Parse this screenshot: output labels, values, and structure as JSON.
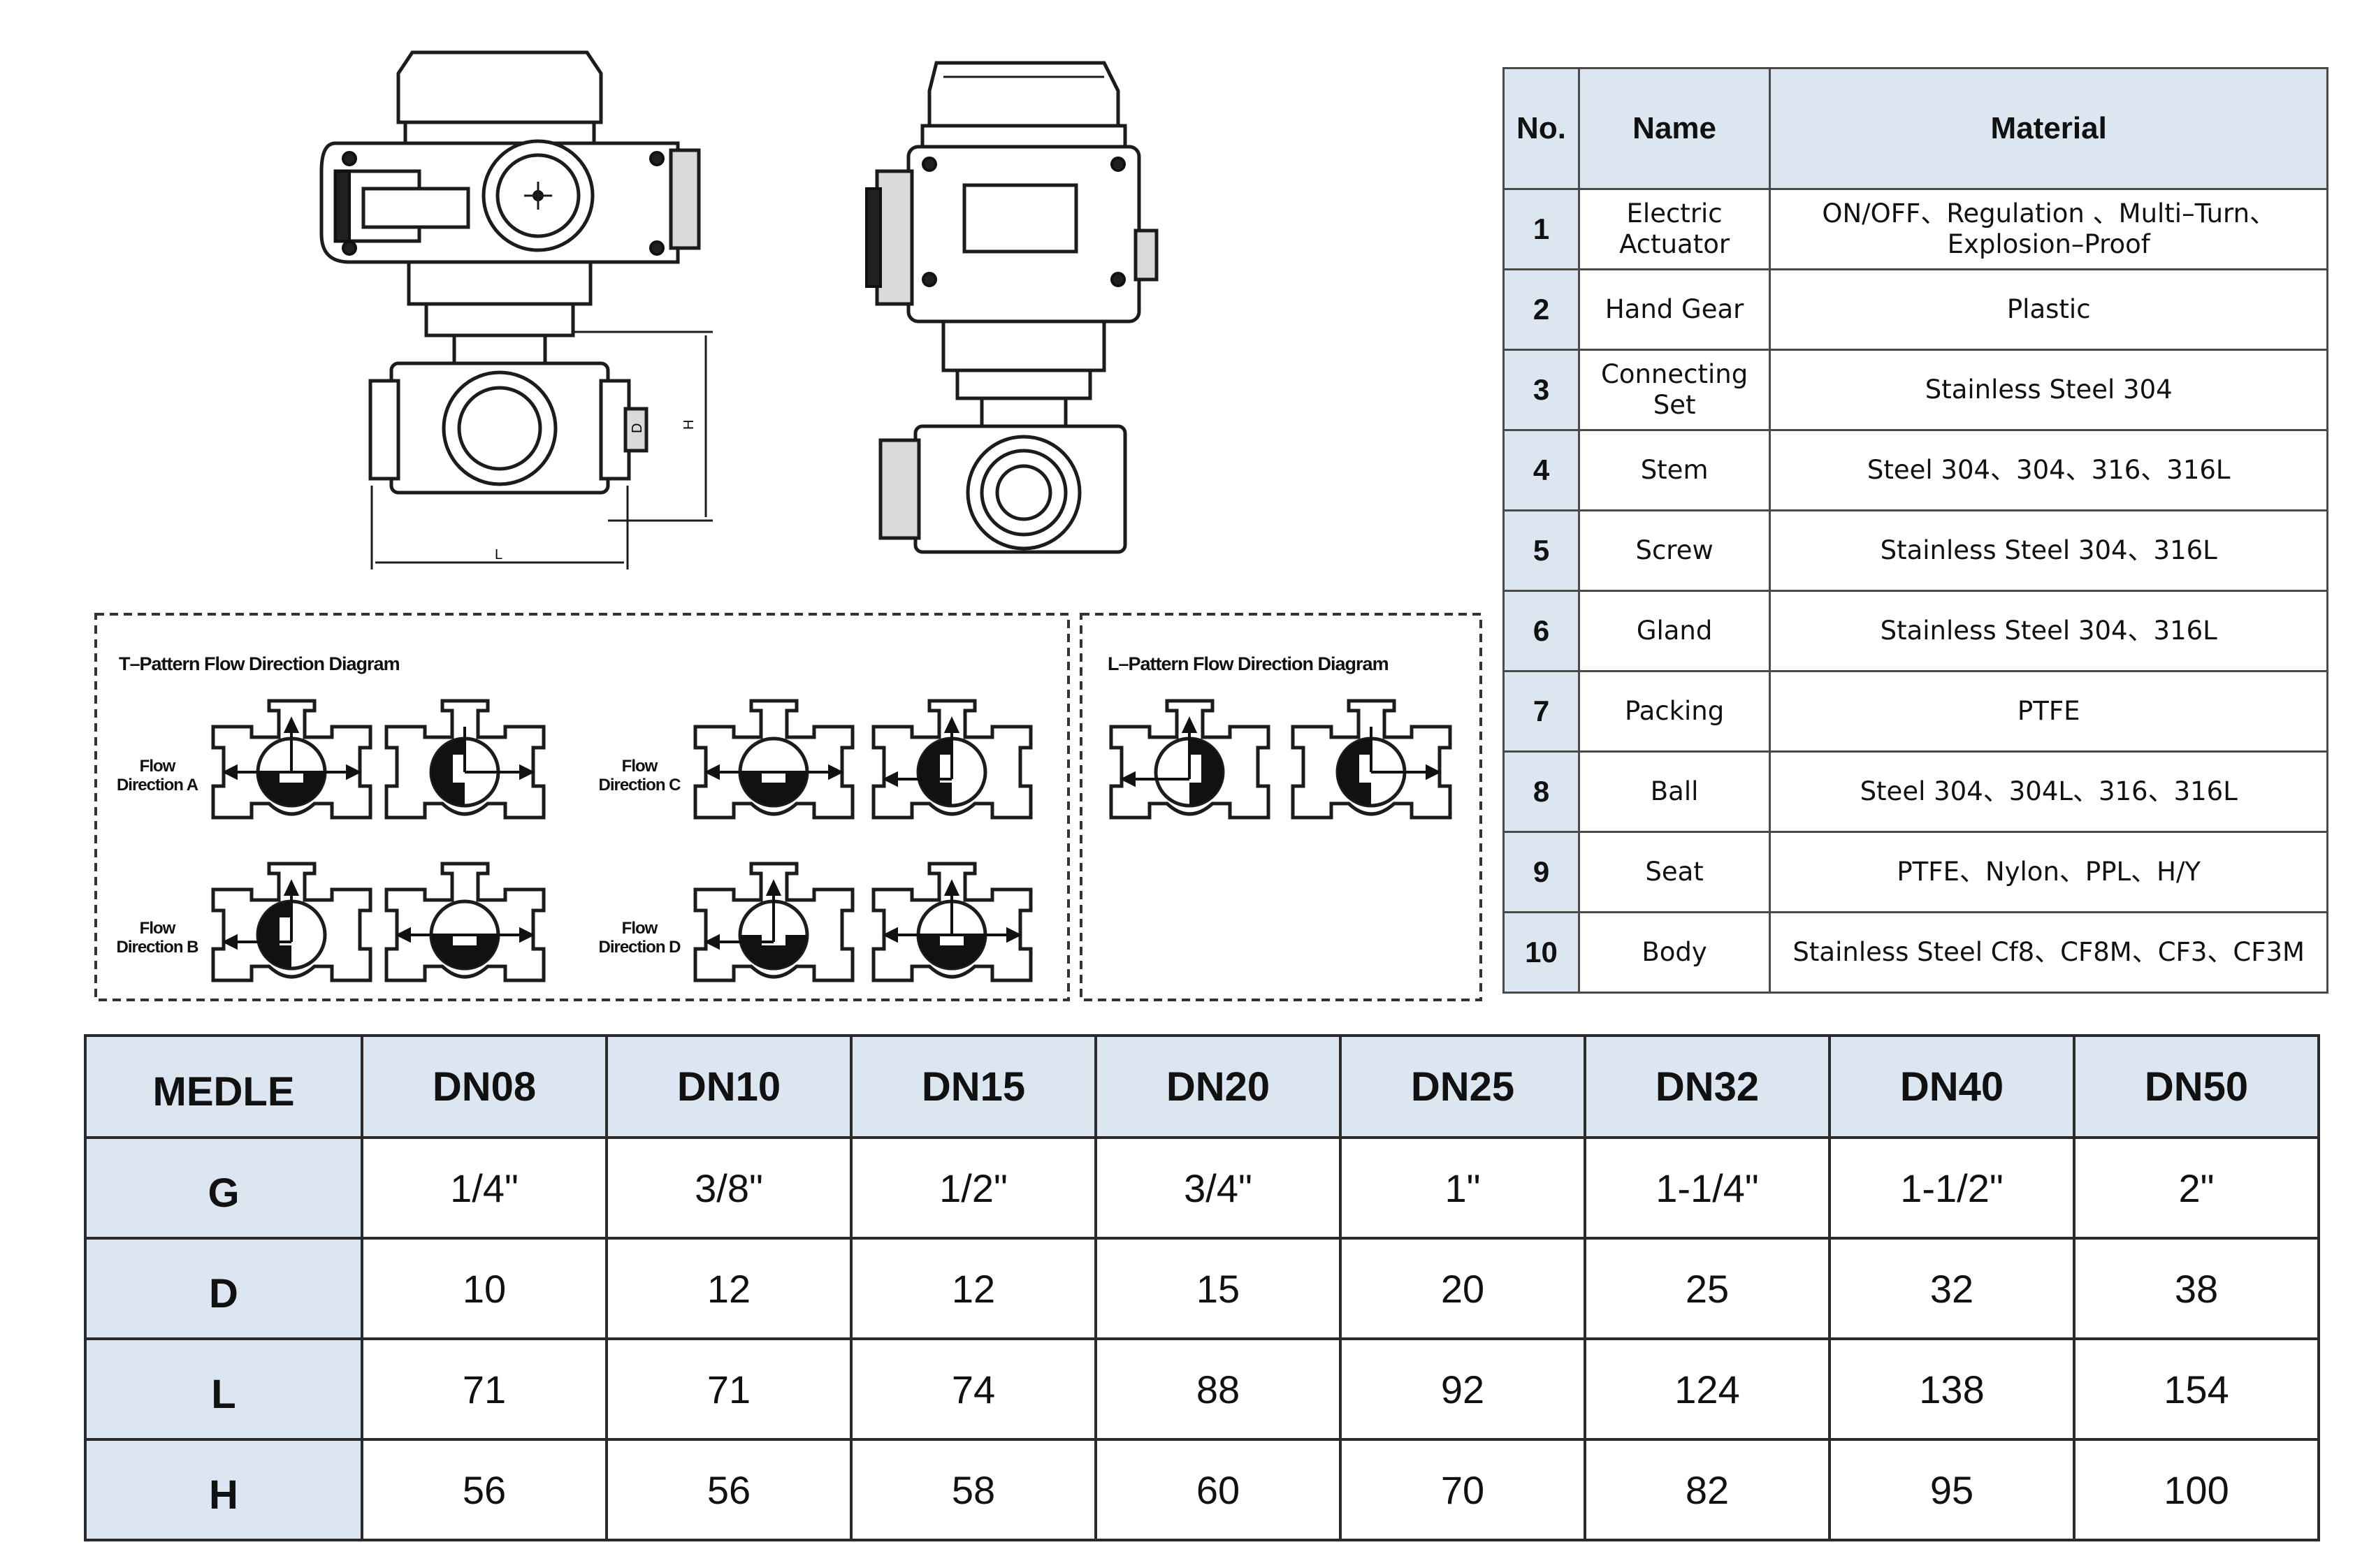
{
  "flow_diagrams": {
    "t_title": "T–Pattern Flow Direction Diagram",
    "l_title": "L–Pattern Flow Direction Diagram",
    "labels": {
      "a": [
        "Flow",
        "Direction A"
      ],
      "b": [
        "Flow",
        "Direction B"
      ],
      "c": [
        "Flow",
        "Direction C"
      ],
      "d": [
        "Flow",
        "Direction D"
      ]
    }
  },
  "drawing_dims": {
    "h": "H",
    "d": "D",
    "l": "L"
  },
  "parts_table": {
    "headers": [
      "No.",
      "Name",
      "Material"
    ],
    "rows": [
      {
        "no": "1",
        "name": "Electric Actuator",
        "material": "ON/OFF、Regulation 、Multi–Turn、Explosion–Proof"
      },
      {
        "no": "2",
        "name": "Hand Gear",
        "material": "Plastic"
      },
      {
        "no": "3",
        "name": "Connecting Set",
        "material": "Stainless Steel 304"
      },
      {
        "no": "4",
        "name": "Stem",
        "material": "Steel 304、304、316、316L"
      },
      {
        "no": "5",
        "name": "Screw",
        "material": "Stainless Steel 304、316L"
      },
      {
        "no": "6",
        "name": "Gland",
        "material": "Stainless Steel 304、316L"
      },
      {
        "no": "7",
        "name": "Packing",
        "material": "PTFE"
      },
      {
        "no": "8",
        "name": "Ball",
        "material": "Steel 304、304L、316、316L"
      },
      {
        "no": "9",
        "name": "Seat",
        "material": "PTFE、Nylon、PPL、H/Y"
      },
      {
        "no": "10",
        "name": "Body",
        "material": "Stainless Steel Cf8、CF8M、CF3、CF3M"
      }
    ]
  },
  "dims_table": {
    "corner": "MEDLE",
    "columns": [
      "DN08",
      "DN10",
      "DN15",
      "DN20",
      "DN25",
      "DN32",
      "DN40",
      "DN50"
    ],
    "rows": [
      {
        "label": "G",
        "values": [
          "1/4\"",
          "3/8\"",
          "1/2\"",
          "3/4\"",
          "1\"",
          "1-1/4\"",
          "1-1/2\"",
          "2\""
        ]
      },
      {
        "label": "D",
        "values": [
          "10",
          "12",
          "12",
          "15",
          "20",
          "25",
          "32",
          "38"
        ]
      },
      {
        "label": "L",
        "values": [
          "71",
          "71",
          "74",
          "88",
          "92",
          "124",
          "138",
          "154"
        ]
      },
      {
        "label": "H",
        "values": [
          "56",
          "56",
          "58",
          "60",
          "70",
          "82",
          "95",
          "100"
        ]
      }
    ]
  }
}
